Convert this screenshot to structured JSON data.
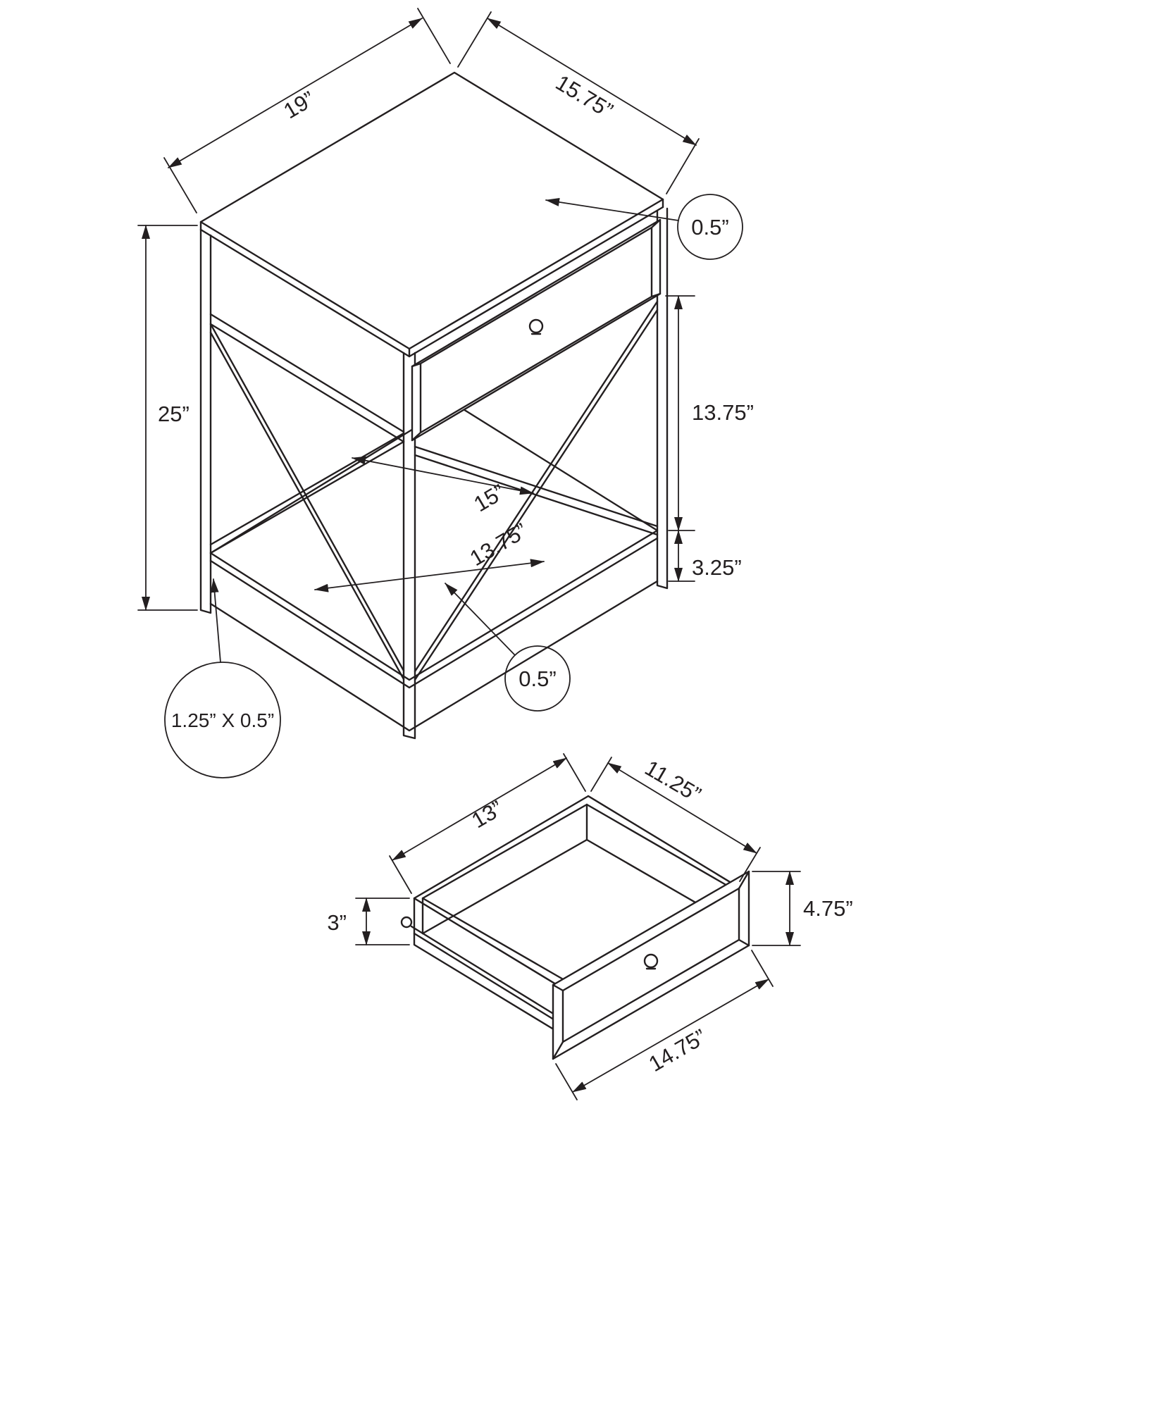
{
  "page": {
    "background": "#ffffff",
    "line_color": "#231f20"
  },
  "table_figure": {
    "labels": {
      "top_width": "19”",
      "top_depth": "15.75”",
      "top_thickness": "0.5”",
      "overall_height": "25”",
      "open_height": "13.75”",
      "shelf_depth": "15”",
      "shelf_width": "13.75”",
      "shelf_frame_height": "3.25”",
      "shelf_thickness": "0.5”",
      "leg_size": "1.25” X 0.5”"
    }
  },
  "drawer_figure": {
    "labels": {
      "depth": "13”",
      "inner_width": "11.25”",
      "side_height": "3”",
      "front_height": "4.75”",
      "front_width": "14.75”"
    }
  }
}
